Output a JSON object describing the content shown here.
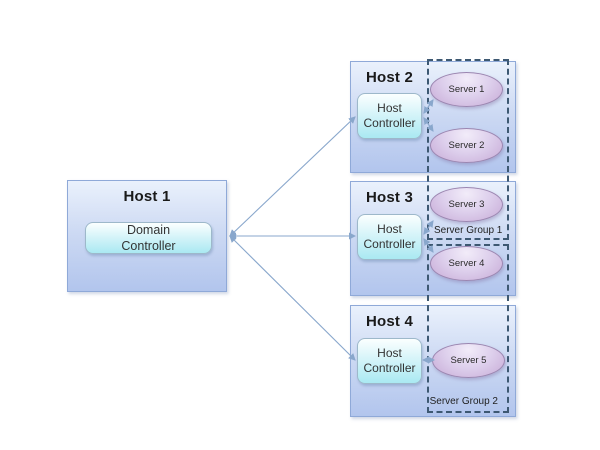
{
  "diagram": {
    "host1": {
      "title": "Host 1",
      "controller": "Domain Controller"
    },
    "host2": {
      "title": "Host 2",
      "controller": "Host Controller"
    },
    "host3": {
      "title": "Host 3",
      "controller": "Host Controller"
    },
    "host4": {
      "title": "Host 4",
      "controller": "Host Controller"
    },
    "servers": {
      "s1": "Server 1",
      "s2": "Server 2",
      "s3": "Server 3",
      "s4": "Server 4",
      "s5": "Server 5"
    },
    "groups": {
      "g1": "Server Group 1",
      "g2": "Server Group 2"
    }
  },
  "colors": {
    "host_fill_top": "#eaf1fc",
    "host_fill_bottom": "#b2c5ed",
    "host_border": "#8fa9d8",
    "controller_fill_top": "#fbffff",
    "controller_fill_bottom": "#aae9f2",
    "controller_border": "#9db8ca",
    "server_fill_top": "#f2ecf9",
    "server_fill_bottom": "#c7aad6",
    "server_border": "#9b86b0",
    "group_dash_border": "#3d5872",
    "connector": "#89a7cc",
    "text": "#1f1f1f",
    "background": "#ffffff"
  }
}
